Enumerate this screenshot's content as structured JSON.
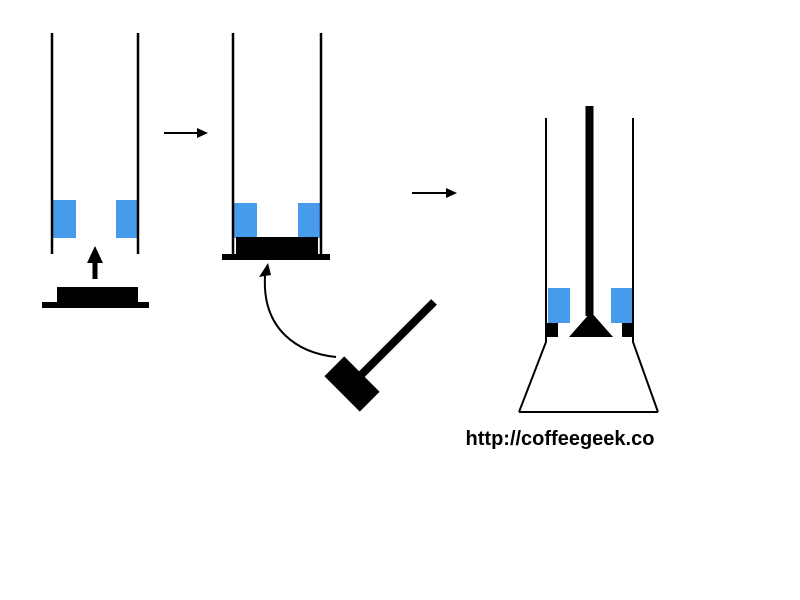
{
  "page": {
    "background": "#ffffff"
  },
  "caption": {
    "text": "http://coffeegeek.co"
  },
  "colors": {
    "ink": "#000000",
    "gasket_blue": "#479BEB",
    "background": "#ffffff"
  },
  "parts": {
    "step1": {
      "name": "open-tube-with-gaskets-and-loose-cap",
      "icons": [
        "tube-icon",
        "gasket-icon",
        "up-arrow-icon",
        "cap-icon"
      ]
    },
    "transition1": {
      "name": "right-arrow-icon"
    },
    "step2": {
      "name": "tube-with-cap-seated-plus-mallet",
      "icons": [
        "tube-icon",
        "gasket-icon",
        "cap-icon",
        "curved-arrow-icon",
        "mallet-icon"
      ]
    },
    "transition2": {
      "name": "right-arrow-icon"
    },
    "step3": {
      "name": "assembled-tamper-rod-in-funnel-base",
      "icons": [
        "tube-icon",
        "gasket-icon",
        "rod-icon",
        "tamper-tip-icon",
        "retainer-notch-icon",
        "funnel-icon"
      ]
    }
  }
}
